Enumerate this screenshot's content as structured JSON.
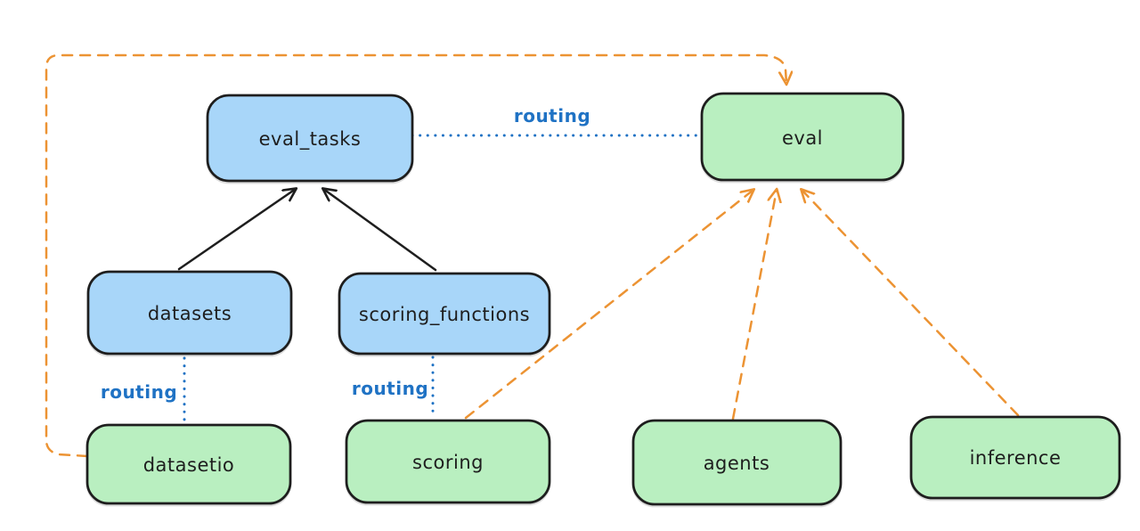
{
  "colors": {
    "node_blue": "#a8d6f9",
    "node_green": "#b9efc0",
    "outline": "#1e1e1e",
    "routing_blue": "#1f72c4",
    "orange": "#ec9333",
    "background": "#ffffff"
  },
  "nodes": {
    "eval_tasks": {
      "label": "eval_tasks",
      "color": "blue"
    },
    "eval": {
      "label": "eval",
      "color": "green"
    },
    "datasets": {
      "label": "datasets",
      "color": "blue"
    },
    "scoring_functions": {
      "label": "scoring_functions",
      "color": "blue"
    },
    "datasetio": {
      "label": "datasetio",
      "color": "green"
    },
    "scoring": {
      "label": "scoring",
      "color": "green"
    },
    "agents": {
      "label": "agents",
      "color": "green"
    },
    "inference": {
      "label": "inference",
      "color": "green"
    }
  },
  "edges": [
    {
      "from": "datasets",
      "to": "eval_tasks",
      "style": "solid",
      "color": "black",
      "arrow": true
    },
    {
      "from": "scoring_functions",
      "to": "eval_tasks",
      "style": "solid",
      "color": "black",
      "arrow": true
    },
    {
      "from": "eval_tasks",
      "to": "eval",
      "style": "dotted",
      "color": "blue",
      "label": "routing",
      "arrow": false
    },
    {
      "from": "datasets",
      "to": "datasetio",
      "style": "dotted",
      "color": "blue",
      "label": "routing",
      "arrow": false
    },
    {
      "from": "scoring_functions",
      "to": "scoring",
      "style": "dotted",
      "color": "blue",
      "label": "routing",
      "arrow": false
    },
    {
      "from": "datasetio",
      "to": "eval",
      "style": "dashed",
      "color": "orange",
      "arrow": true
    },
    {
      "from": "scoring",
      "to": "eval",
      "style": "dashed",
      "color": "orange",
      "arrow": true
    },
    {
      "from": "agents",
      "to": "eval",
      "style": "dashed",
      "color": "orange",
      "arrow": true
    },
    {
      "from": "inference",
      "to": "eval",
      "style": "dashed",
      "color": "orange",
      "arrow": true
    }
  ]
}
